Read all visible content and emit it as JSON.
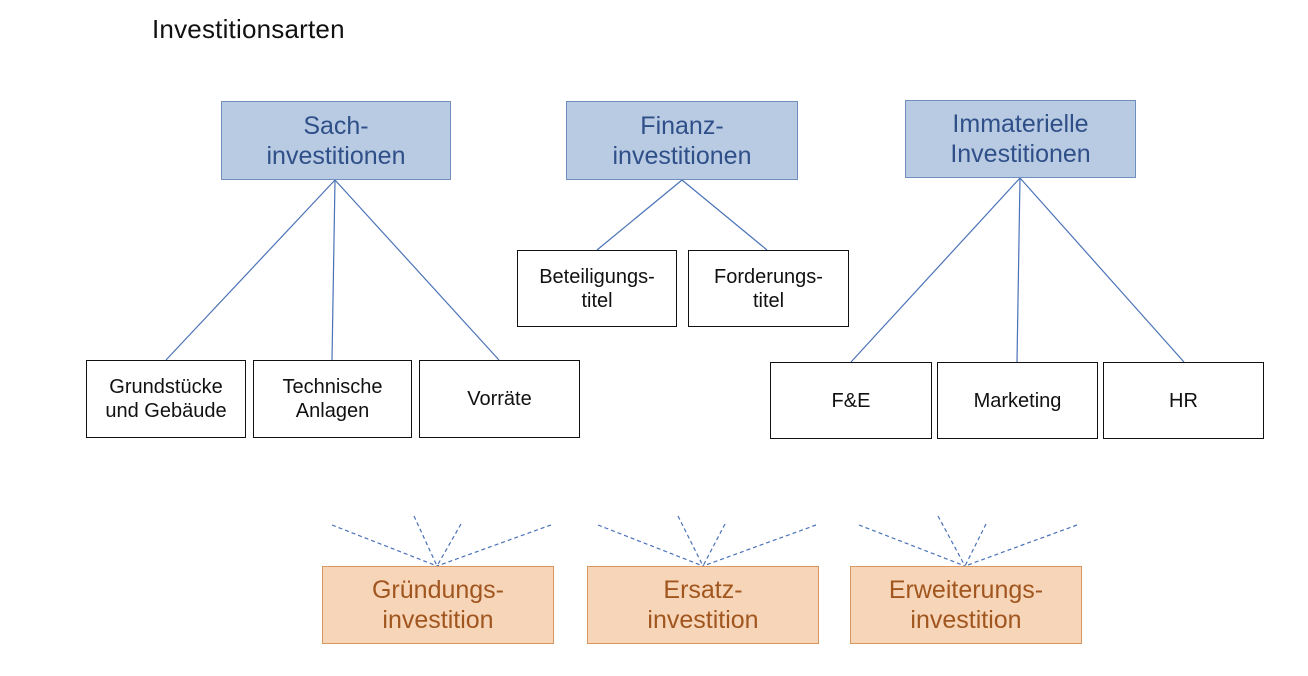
{
  "title": "Investitionsarten",
  "categories": [
    {
      "label": "Sach-\ninvestitionen",
      "children": [
        "Grundstücke\nund Gebäude",
        "Technische\nAnlagen",
        "Vorräte"
      ]
    },
    {
      "label": "Finanz-\ninvestitionen",
      "children": [
        "Beteiligungs-\ntitel",
        "Forderungs-\ntitel"
      ]
    },
    {
      "label": "Immaterielle\nInvestitionen",
      "children": [
        "F&E",
        "Marketing",
        "HR"
      ]
    }
  ],
  "investment_kinds": [
    "Gründungs-\ninvestition",
    "Ersatz-\ninvestition",
    "Erweiterungs-\ninvestition"
  ],
  "colors": {
    "category_fill": "#b9cbe3",
    "category_border": "#6f8fbf",
    "category_text": "#2f4f88",
    "connector": "#4a72b8",
    "kind_fill": "#f7d5b8",
    "kind_border": "#d9965f",
    "kind_text": "#a0561e"
  }
}
